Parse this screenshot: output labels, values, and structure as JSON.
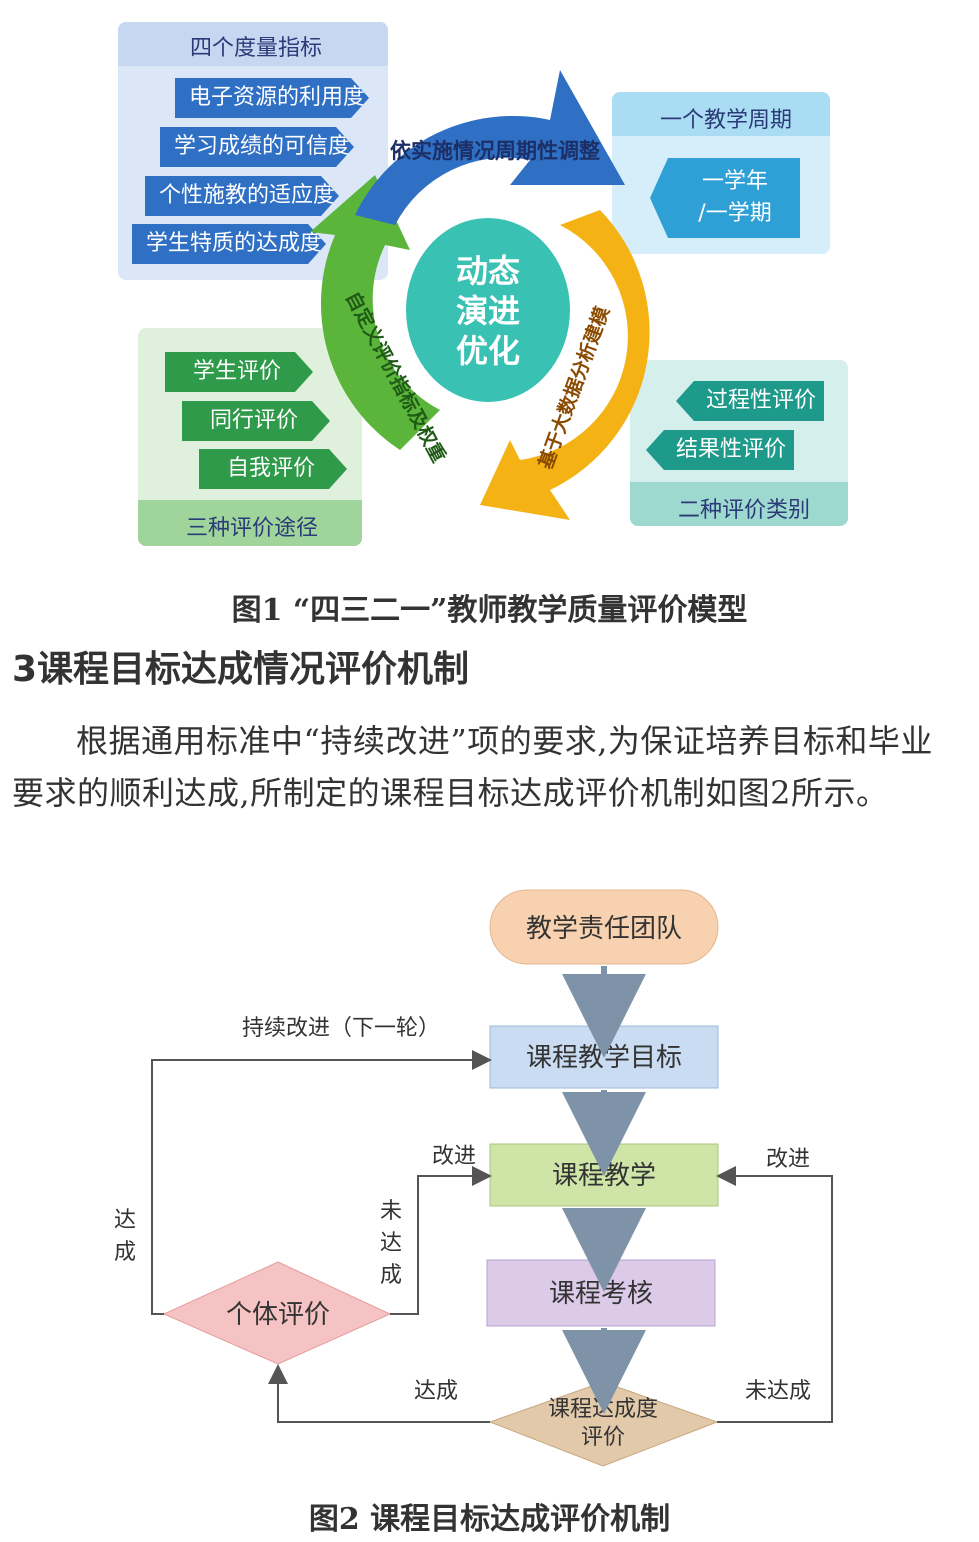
{
  "figure1": {
    "metrics_panel": {
      "title": "四个度量指标",
      "items": [
        "电子资源的利用度",
        "学习成绩的可信度",
        "个性施教的适应度",
        "学生特质的达成度"
      ]
    },
    "cycle_panel": {
      "title": "一个教学周期",
      "item": [
        "一学年",
        "/一学期"
      ]
    },
    "approaches_panel": {
      "title": "三种评价途径",
      "items": [
        "学生评价",
        "同行评价",
        "自我评价"
      ]
    },
    "types_panel": {
      "title": "二种评价类别",
      "items": [
        "过程性评价",
        "结果性评价"
      ]
    },
    "cycle": {
      "center": [
        "动态",
        "演进",
        "优化"
      ],
      "arrow_top": "依实施情况周期性调整",
      "arrow_right": "基于大数据分析建模",
      "arrow_left": "自定义评价指标及权重"
    },
    "caption": "图1 “四三二一”教师教学质量评价模型",
    "colors": {
      "blue": "#2f6fc4",
      "yellow": "#f5b214",
      "green": "#5bb53a",
      "center": "#39c1b3"
    }
  },
  "section": {
    "heading": "3课程目标达成情况评价机制",
    "body": "根据通用标准中“持续改进”项的要求,为保证培养目标和毕业要求的顺利达成,所制定的课程目标达成评价机制如图2所示。"
  },
  "figure2": {
    "nodes": {
      "team": "教学责任团队",
      "objectives": "课程教学目标",
      "teaching": "课程教学",
      "assessment": "课程考核",
      "achievement": [
        "课程达成度",
        "评价"
      ],
      "individual": "个体评价"
    },
    "labels": {
      "continuous": "持续改进（下一轮）",
      "achieved_left": [
        "达",
        "成"
      ],
      "not_achieved_mid": [
        "未",
        "达",
        "成"
      ],
      "improve_left": "改进",
      "improve_right": "改进",
      "achieved_bottom": "达成",
      "not_achieved_bottom": "未达成"
    },
    "caption": "图2  课程目标达成评价机制"
  }
}
